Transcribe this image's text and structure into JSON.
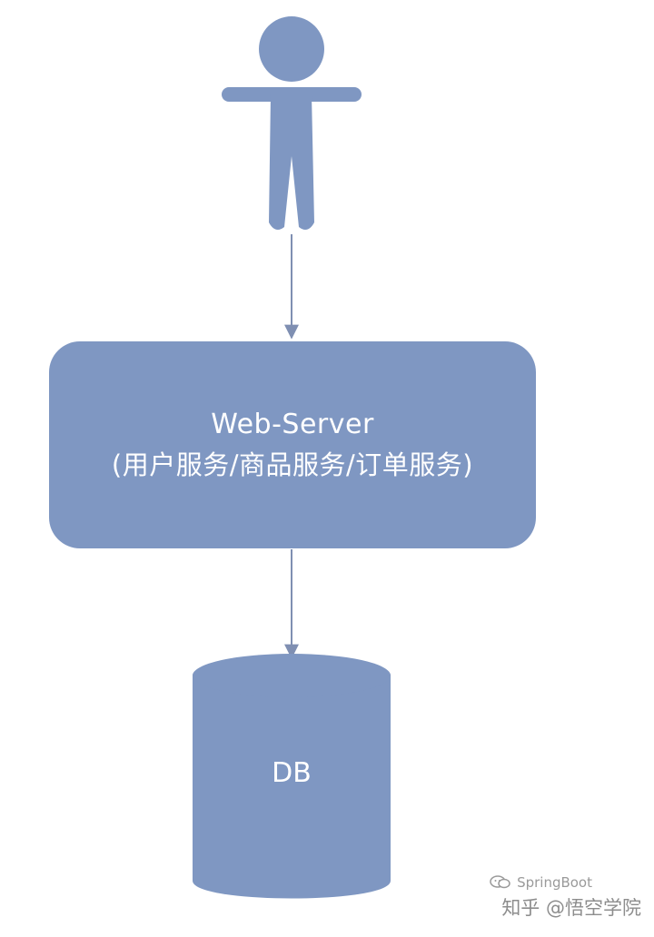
{
  "diagram": {
    "actor_icon": "person-icon",
    "server": {
      "title": "Web-Server",
      "subtitle": "(用户服务/商品服务/订单服务)"
    },
    "database": {
      "label": "DB"
    },
    "colors": {
      "node_fill": "#7f97c2",
      "arrow": "#7f8fb2",
      "text": "#ffffff"
    }
  },
  "watermark": {
    "icon": "wechat-icon",
    "line1": "SpringBoot",
    "line2": "知乎 @悟空学院"
  }
}
